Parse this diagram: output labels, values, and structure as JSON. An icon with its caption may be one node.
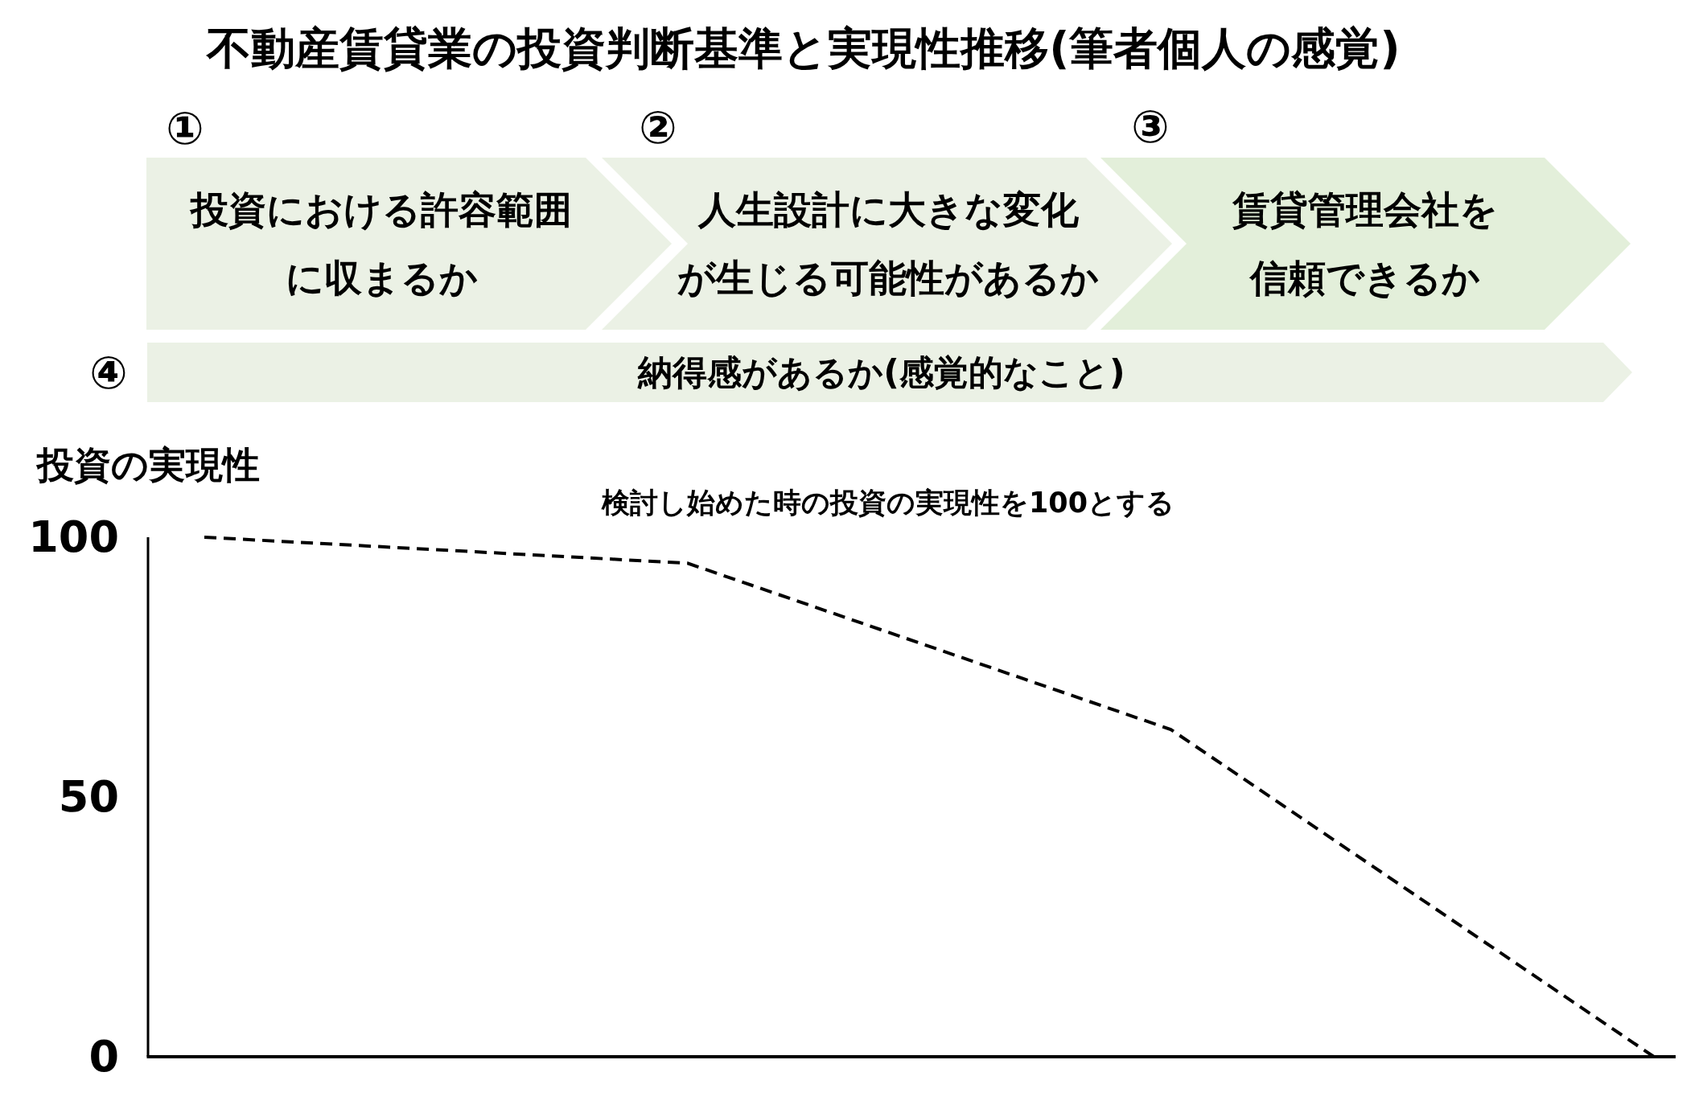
{
  "diagram": {
    "title": "不動産賃貸業の投資判断基準と実現性推移(筆者個人の感覚)",
    "nodes": [
      {
        "text": [
          "投資における許容範囲に収まるか"
        ],
        "beside": [
          "①"
        ]
      },
      {
        "text": [
          "人生設計に大きな変化が生じる可能性があるか"
        ],
        "beside": [
          "②"
        ]
      },
      {
        "text": [
          "賃貸管理会社を信頼できるか"
        ],
        "beside": [
          "③"
        ]
      },
      {
        "text": [
          "納得感があるか(感覚的なこと)"
        ],
        "beside": [
          "④"
        ]
      }
    ],
    "chart_data": {
      "type": "line",
      "ylabel": "投資の実現性",
      "ylim": [
        0,
        100
      ],
      "yticks": [
        0,
        50,
        100
      ],
      "series": [
        {
          "color": "#000000",
          "line_style": "dashed",
          "values": [
            100,
            95,
            63,
            0
          ]
        }
      ],
      "annotations": [
        "検討し始めた時の投資の実現性を100とする"
      ]
    }
  }
}
